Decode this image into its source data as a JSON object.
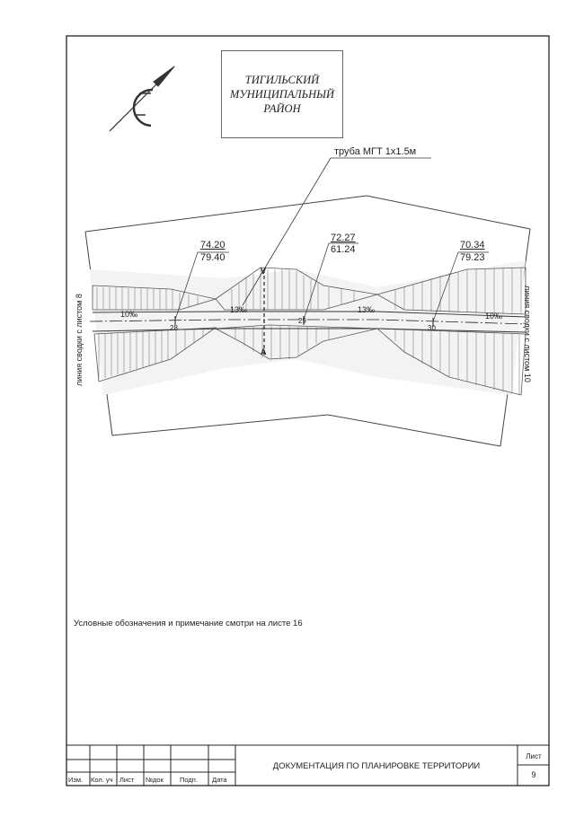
{
  "title_box": {
    "line1": "ТИГИЛЬСКИЙ",
    "line2": "МУНИЦИПАЛЬНЫЙ",
    "line3": "РАЙОН"
  },
  "callout": "труба МГТ 1х1.5м",
  "elevations": [
    {
      "top": "74.20",
      "bottom": "79.40"
    },
    {
      "top": "72.27",
      "bottom": "61.24"
    },
    {
      "top": "70.34",
      "bottom": "79.23"
    }
  ],
  "match_lines": {
    "left": "линия сводки с листом 8",
    "right": "линия сводки с листом 10"
  },
  "slopes": [
    "10‰",
    "13‰",
    "13‰",
    "10‰"
  ],
  "pickets": [
    "28",
    "29",
    "30"
  ],
  "section_marks": [
    "V",
    "A"
  ],
  "note": "Условные обозначения и примечание смотри на листе 16",
  "stamp": {
    "columns": [
      "Изм.",
      "Кол. уч",
      "Лист",
      "№док",
      "Подп.",
      "Дата"
    ],
    "document_title": "ДОКУМЕНТАЦИЯ ПО ПЛАНИРОВКЕ ТЕРРИТОРИИ",
    "sheet_label": "Лист",
    "sheet_number": "9"
  }
}
